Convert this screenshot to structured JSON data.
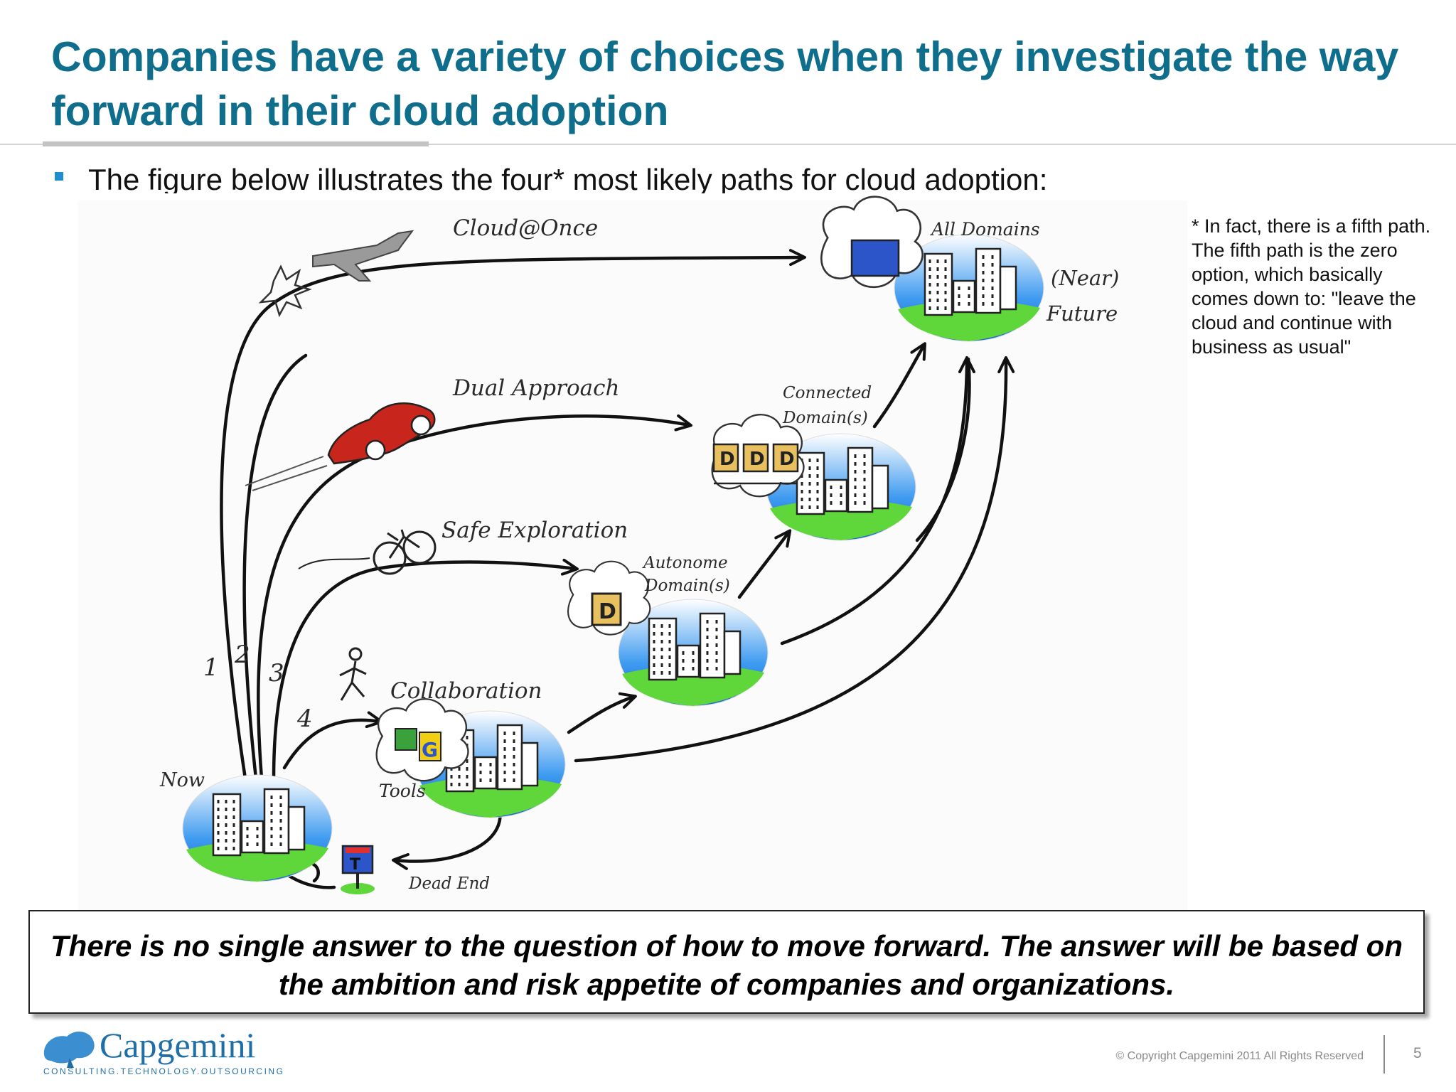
{
  "slide": {
    "title": "Companies have a variety of choices when they investigate the way forward in their cloud adoption",
    "bullet": "The figure below illustrates the four* most likely paths for cloud adoption:",
    "footnote": "* In fact, there is a fifth path. The fifth path is the zero option, which basically comes down to: \"leave the cloud and continue with business as usual\"",
    "callout": "There is no single answer to the question of how to move forward. The answer will be based on the ambition and risk appetite of companies and organizations.",
    "page_number": "5"
  },
  "figure": {
    "paths": [
      "Cloud@Once",
      "Dual Approach",
      "Safe Exploration",
      "Collaboration"
    ],
    "path_numbers": [
      "1",
      "2",
      "3",
      "4"
    ],
    "stages": {
      "now": "Now",
      "tools": "Tools",
      "dead_end": "Dead End",
      "autonome_line1": "Autonome",
      "autonome_line2": "Domain(s)",
      "connected_line1": "Connected",
      "connected_line2": "Domain(s)",
      "all_domains": "All Domains",
      "near": "(Near)",
      "future": "Future"
    },
    "badges": {
      "d": "D",
      "g": "G",
      "t": "T"
    }
  },
  "footer": {
    "logo": "Capgemini",
    "logo_tagline": "CONSULTING.TECHNOLOGY.OUTSOURCING",
    "copyright": "© Copyright Capgemini 2011 All Rights Reserved"
  },
  "colors": {
    "title": "#0f6e8c",
    "bullet": "#1d8fd0",
    "sky": "#1e7fe0",
    "grass": "#5fd63a",
    "car": "#c8261d",
    "brand": "#1f6fa6"
  },
  "icons": [
    "jet-icon",
    "car-icon",
    "bicycle-icon",
    "runner-icon",
    "cloud-icon",
    "city-icon",
    "dead-end-sign-icon",
    "capgemini-spade-icon"
  ]
}
